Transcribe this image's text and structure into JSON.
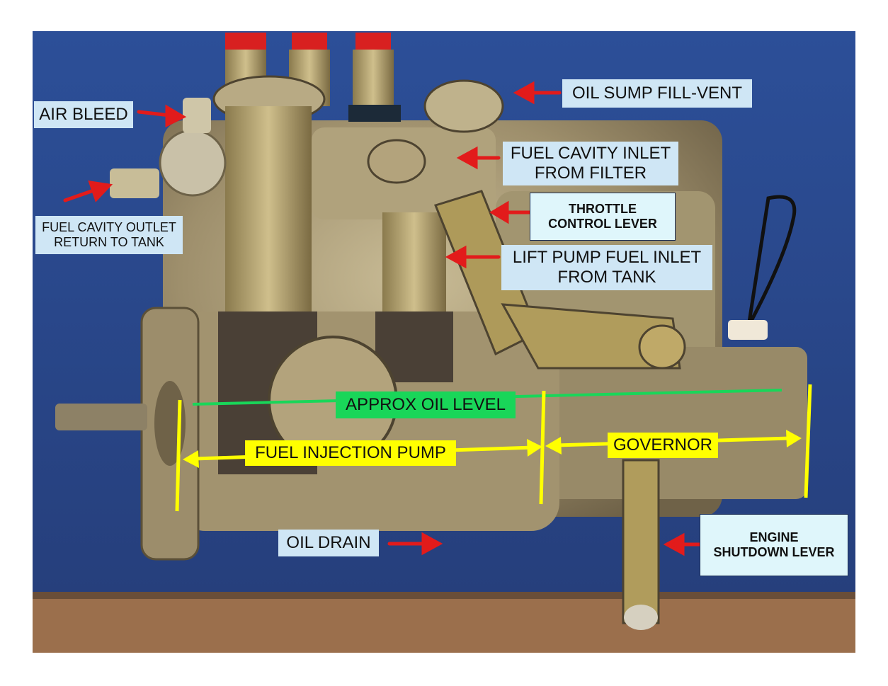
{
  "labels": {
    "air_bleed": "AIR BLEED",
    "oil_sump_fill_vent": "OIL SUMP FILL-VENT",
    "fuel_cavity_inlet": "FUEL CAVITY INLET\nFROM FILTER",
    "throttle_control_lever": "THROTTLE\nCONTROL LEVER",
    "fuel_cavity_outlet": "FUEL CAVITY OUTLET\nRETURN TO TANK",
    "lift_pump_fuel_inlet": "LIFT PUMP FUEL INLET\nFROM TANK",
    "approx_oil_level": "APPROX OIL LEVEL",
    "fuel_injection_pump": "FUEL INJECTION PUMP",
    "governor": "GOVERNOR",
    "oil_drain": "OIL DRAIN",
    "engine_shutdown_lever": "ENGINE\nSHUTDOWN LEVER"
  },
  "colors": {
    "background_blue": "#2b4f96",
    "metal": "#a59672",
    "arrow_red": "#e21b1b",
    "marker_yellow": "#ffff00",
    "oil_line_green": "#19d659"
  }
}
